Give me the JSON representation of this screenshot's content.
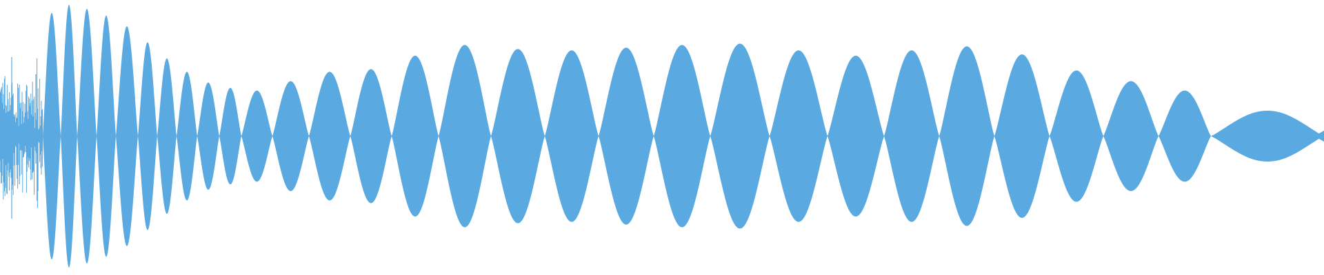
{
  "waveform": {
    "color": "#5aaae1",
    "background": "#ffffff",
    "lobe_count": 34,
    "lobe_amplitudes_normalized": [
      0.92,
      0.98,
      0.95,
      0.9,
      0.82,
      0.7,
      0.58,
      0.48,
      0.4,
      0.36,
      0.34,
      0.41,
      0.48,
      0.5,
      0.6,
      0.68,
      0.65,
      0.64,
      0.66,
      0.68,
      0.69,
      0.64,
      0.6,
      0.64,
      0.67,
      0.61,
      0.49,
      0.41,
      0.34,
      0.19
    ]
  }
}
